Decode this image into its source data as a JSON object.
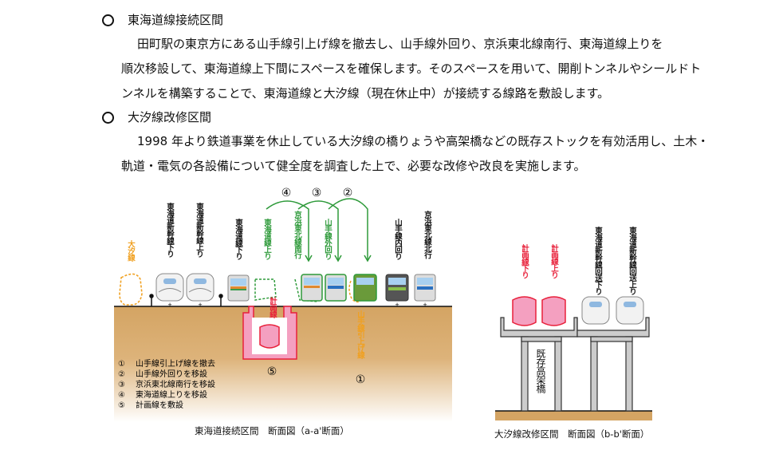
{
  "sections": [
    {
      "heading": "東海道線接続区間",
      "lines": [
        "田町駅の東京方にある山手線引上げ線を撤去し、山手線外回り、京浜東北線南行、東海道線上りを",
        "順次移設して、東海道線上下間にスペースを確保します。そのスペースを用いて、開削トンネルやシールドト",
        "ンネルを構築することで、東海道線と大汐線（現在休止中）が接続する線路を敷設します。"
      ]
    },
    {
      "heading": "大汐線改修区間",
      "lines": [
        "1998 年より鉄道事業を休止している大汐線の橋りょうや高架橋などの既存ストックを有効活用し、土木・",
        "軌道・電気の各設備について健全度を調査した上で、必要な改修や改良を実施します。"
      ]
    }
  ],
  "diagram_a": {
    "caption": "東海道接続区間　断面図（a-a'断面）",
    "track_labels": {
      "oshio": "大汐線",
      "shinkansen_down": "東海道新幹線下り",
      "shinkansen_up": "東海道新幹線上り",
      "tokaido_down": "東海道線下り",
      "tokaido_up": "東海道線上り",
      "keihin_south": "京浜東北線南行",
      "yamanote_outer": "山手線外回り",
      "yamanote_inner": "山手線内回り",
      "keihin_north": "京浜東北線北行",
      "planned": "計画線",
      "yamanote_siding": "山手線引上げ線"
    },
    "step_markers": [
      "④",
      "③",
      "②"
    ],
    "marker_tunnel": "⑤",
    "marker_siding": "①",
    "legend": [
      {
        "num": "①",
        "text": "山手線引上げ線を撤去"
      },
      {
        "num": "②",
        "text": "山手線外回りを移設"
      },
      {
        "num": "③",
        "text": "京浜東北線南行を移設"
      },
      {
        "num": "④",
        "text": "東海道線上りを移設"
      },
      {
        "num": "⑤",
        "text": "計画線を敷設"
      }
    ]
  },
  "diagram_b": {
    "caption": "大汐線改修区間　断面図（b-b'断面）",
    "track_labels": {
      "planned_down": "計画線下り",
      "planned_up": "計画線上り",
      "shinkansen_fwd_down": "東海道新幹線回送下り",
      "shinkansen_fwd_up": "東海道新幹線回送上り"
    },
    "viaduct_label": "既存高架橋"
  },
  "colors": {
    "green": "#2e9a3a",
    "red": "#e8203a",
    "orange": "#f0a020",
    "pink": "#f4a0c0",
    "ground": "#d4a463"
  }
}
